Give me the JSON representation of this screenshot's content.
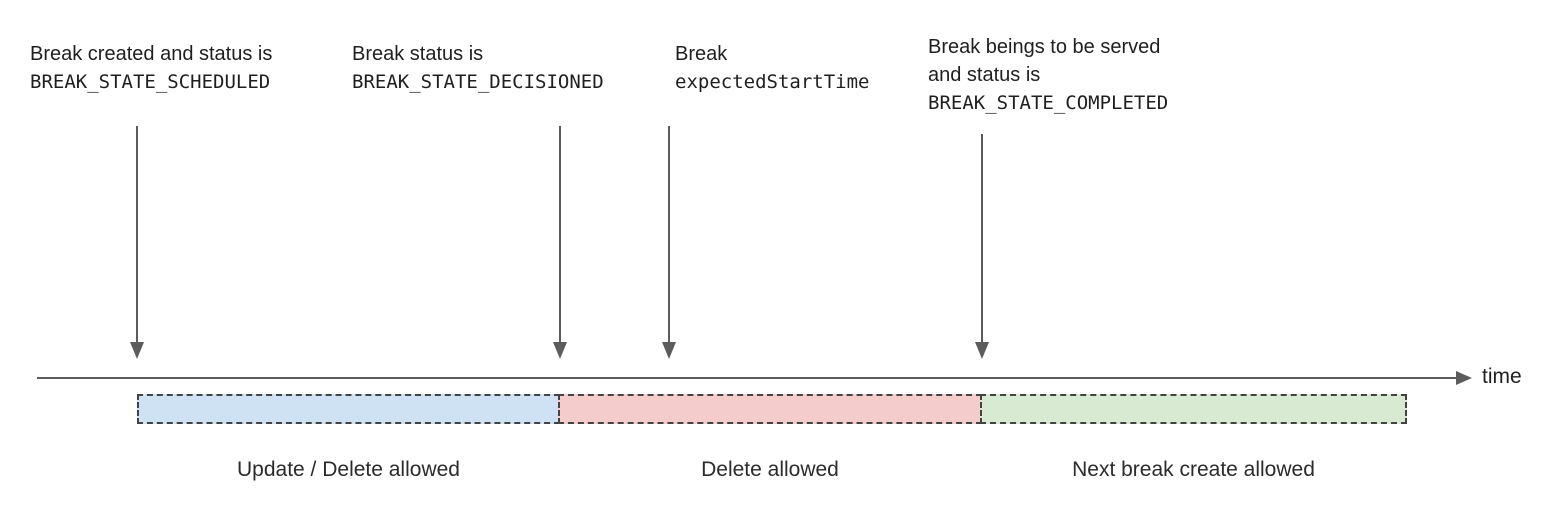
{
  "diagram": {
    "annotations": [
      {
        "line1": "Break created and status is",
        "line2": "BREAK_STATE_SCHEDULED"
      },
      {
        "line1": "Break status is",
        "line2": "BREAK_STATE_DECISIONED"
      },
      {
        "line1": "Break",
        "line2": "expectedStartTime"
      },
      {
        "line1": "Break beings to be served",
        "line2": "and status is",
        "line3": "BREAK_STATE_COMPLETED"
      }
    ],
    "timeline": {
      "axis_label": "time"
    },
    "segments": [
      {
        "label": "Update / Delete allowed",
        "color": "#cfe2f3"
      },
      {
        "label": "Delete allowed",
        "color": "#f4cccc"
      },
      {
        "label": "Next break create allowed",
        "color": "#d9ead3"
      }
    ],
    "colors": {
      "arrow": "#5c5c5c",
      "segment_border": "#434343",
      "text": "#1f1f1f"
    }
  }
}
